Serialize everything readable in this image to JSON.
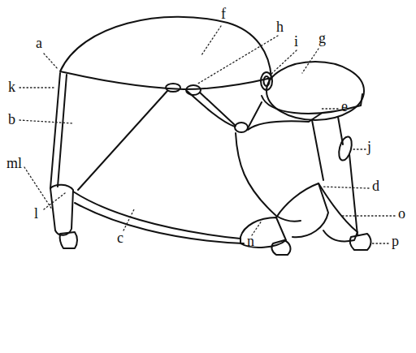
{
  "diagram": {
    "labels": [
      "f",
      "a",
      "h",
      "i",
      "g",
      "k",
      "b",
      "e",
      "j",
      "ml",
      "d",
      "o",
      "p",
      "l",
      "c",
      "n"
    ]
  }
}
